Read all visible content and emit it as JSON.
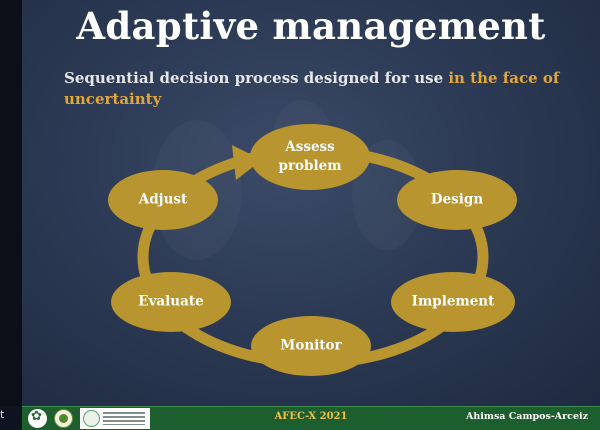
{
  "slide": {
    "title": "Adaptive management",
    "subtitle_plain": "Sequential decision process designed for use ",
    "subtitle_highlight": "in the face of uncertainty",
    "highlight_color": "#e2a739",
    "node_color": "#b8952e",
    "nodes": [
      {
        "label": "Assess\nproblem"
      },
      {
        "label": "Design"
      },
      {
        "label": "Implement"
      },
      {
        "label": "Monitor"
      },
      {
        "label": "Evaluate"
      },
      {
        "label": "Adjust"
      }
    ]
  },
  "footer": {
    "event": "AFEC-X 2021",
    "author": "Ahimsa Campos-Arceiz",
    "logos": [
      "flower-logo",
      "seal-logo",
      "conservation-group-logo"
    ]
  },
  "left_edge_mark": "t"
}
